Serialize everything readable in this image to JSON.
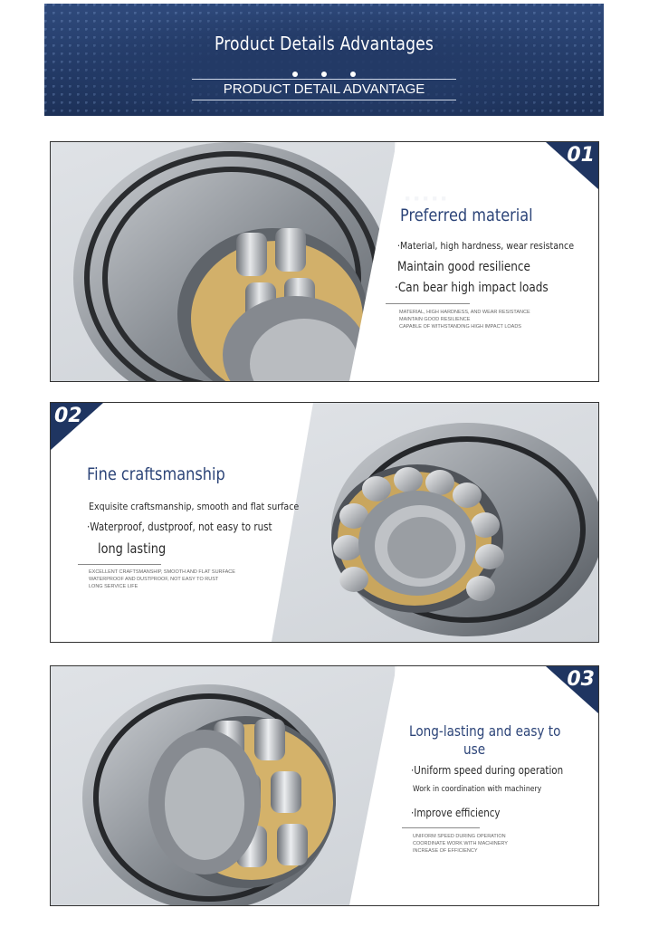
{
  "header": {
    "title": "Product Details Advantages",
    "subtitle": "PRODUCT DETAIL ADVANTAGE"
  },
  "colors": {
    "banner_navy": "#233a66",
    "heading_blue": "#2c4478",
    "badge_navy": "#1f3561"
  },
  "sections": [
    {
      "number": "01",
      "heading": "Preferred material",
      "lines": [
        "·Material, high hardness, wear resistance",
        "Maintain good resilience",
        "·Can bear high impact loads"
      ],
      "fine_print": [
        "MATERIAL, HIGH HARDNESS, AND WEAR RESISTANCE",
        "MAINTAIN GOOD RESILIENCE",
        "CAPABLE OF WITHSTANDING HIGH IMPACT LOADS"
      ]
    },
    {
      "number": "02",
      "heading": "Fine craftsmanship",
      "lines": [
        "Exquisite craftsmanship, smooth and flat surface",
        "·Waterproof, dustproof, not easy to rust",
        "long lasting"
      ],
      "fine_print": [
        "EXCELLENT CRAFTSMANSHIP, SMOOTH AND FLAT SURFACE",
        "WATERPROOF AND DUSTPROOF, NOT EASY TO RUST",
        "LONG SERVICE LIFE"
      ]
    },
    {
      "number": "03",
      "heading_line1": "Long-lasting and easy to",
      "heading_line2": "use",
      "lines": [
        "·Uniform speed during operation",
        "Work in coordination with machinery",
        "·Improve efficiency"
      ],
      "fine_print": [
        "UNIFORM SPEED DURING OPERATION",
        "COORDINATE WORK WITH MACHINERY",
        "INCREASE OF EFFICIENCY"
      ]
    }
  ]
}
